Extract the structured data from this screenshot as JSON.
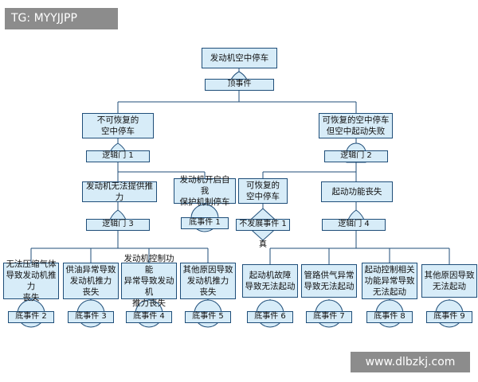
{
  "watermark_top": "TG: MYYJJPP",
  "watermark_bottom": "www.dlbzkj.com",
  "fault_tree": {
    "top_event": "发动机空中停车",
    "top_label": "顶事件",
    "left_branch": "不可恢复的\n空中停车",
    "right_branch": "可恢复的空中停车\n但空中起动失败",
    "gate1": "逻辑门 1",
    "gate2": "逻辑门 2",
    "gate3": "逻辑门 3",
    "gate4": "逻辑门 4",
    "no_thrust": "发动机无法提供推力",
    "self_protect": "发动机开启自我\n保护机制停车",
    "recoverable": "可恢复的\n空中停车",
    "start_loss": "起动功能丧失",
    "not_develop": "不发展事件 1",
    "true_label": "真",
    "basic1": "底事件 1",
    "bottom": [
      {
        "text": "无法压缩气体\n导致发动机推力\n丧失",
        "label": "底事件 2"
      },
      {
        "text": "供油异常导致\n发动机推力\n丧失",
        "label": "底事件 3"
      },
      {
        "text": "发动机控制功能\n异常导致发动机\n推力丧失",
        "label": "底事件 4"
      },
      {
        "text": "其他原因导致\n发动机推力\n丧失",
        "label": "底事件 5"
      },
      {
        "text": "起动机故障\n导致无法起动",
        "label": "底事件 6"
      },
      {
        "text": "管路供气异常\n导致无法起动",
        "label": "底事件 7"
      },
      {
        "text": "起动控制相关\n功能异常导致\n无法起动",
        "label": "底事件 8"
      },
      {
        "text": "其他原因导致\n无法起动",
        "label": "底事件 9"
      }
    ]
  }
}
